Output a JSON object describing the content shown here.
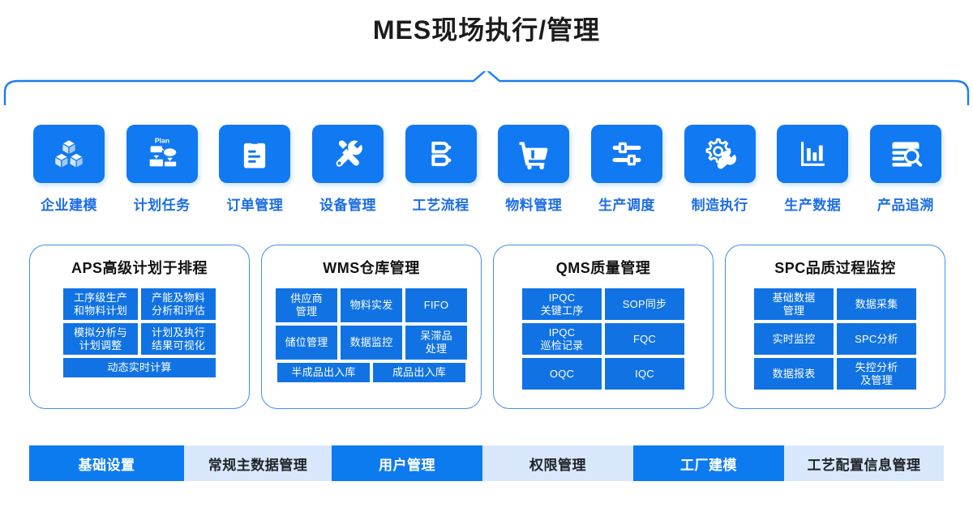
{
  "header": {
    "title": "MES现场执行/管理"
  },
  "colors": {
    "primary_blue": "#1179f2",
    "label_blue": "#1d6ee6",
    "chip_blue": "#1173e3",
    "light_blue": "#d8e7fb",
    "card_border": "#3f8ef0",
    "bracket": "#1a7ef0"
  },
  "modules": [
    {
      "icon": "cubes-icon",
      "label": "企业建模"
    },
    {
      "icon": "plan-flowchart-icon",
      "label": "计划任务"
    },
    {
      "icon": "clipboard-icon",
      "label": "订单管理"
    },
    {
      "icon": "wrench-screwdriver-icon",
      "label": "设备管理"
    },
    {
      "icon": "process-flow-icon",
      "label": "工艺流程"
    },
    {
      "icon": "shopping-cart-icon",
      "label": "物料管理"
    },
    {
      "icon": "sliders-icon",
      "label": "生产调度"
    },
    {
      "icon": "gear-wrench-icon",
      "label": "制造执行"
    },
    {
      "icon": "bar-chart-icon",
      "label": "生产数据"
    },
    {
      "icon": "document-search-icon",
      "label": "产品追溯"
    }
  ],
  "cards": [
    {
      "title": "APS高级计划于排程",
      "chips": [
        {
          "text": "工序级生产\n和物料计划",
          "line1": "工序级生产",
          "line2": "和物料计划"
        },
        {
          "text": "产能及物料\n分析和评估",
          "line1": "产能及物料",
          "line2": "分析和评估"
        },
        {
          "text": "模拟分析与\n计划调整",
          "line1": "模拟分析与",
          "line2": "计划调整"
        },
        {
          "text": "计划及执行\n结果可视化",
          "line1": "计划及执行",
          "line2": "结果可视化"
        },
        {
          "text": "动态实时计算",
          "line1": "动态实时计算",
          "line2": ""
        }
      ]
    },
    {
      "title": "WMS仓库管理",
      "chips": [
        {
          "text": "供应商\n管理",
          "line1": "供应商",
          "line2": "管理"
        },
        {
          "text": "物料实发",
          "line1": "物料实发",
          "line2": ""
        },
        {
          "text": "FIFO",
          "line1": "FIFO",
          "line2": ""
        },
        {
          "text": "储位管理",
          "line1": "储位管理",
          "line2": ""
        },
        {
          "text": "数据监控",
          "line1": "数据监控",
          "line2": ""
        },
        {
          "text": "呆滞品\n处理",
          "line1": "呆滞品",
          "line2": "处理"
        },
        {
          "text": "半成品出入库",
          "line1": "半成品出入库",
          "line2": ""
        },
        {
          "text": "成品出入库",
          "line1": "成品出入库",
          "line2": ""
        }
      ]
    },
    {
      "title": "QMS质量管理",
      "chips": [
        {
          "text": "IPQC\n关键工序",
          "line1": "IPQC",
          "line2": "关键工序"
        },
        {
          "text": "SOP同步",
          "line1": "SOP同步",
          "line2": ""
        },
        {
          "text": "IPQC\n巡检记录",
          "line1": "IPQC",
          "line2": "巡检记录"
        },
        {
          "text": "FQC",
          "line1": "FQC",
          "line2": ""
        },
        {
          "text": "OQC",
          "line1": "OQC",
          "line2": ""
        },
        {
          "text": "IQC",
          "line1": "IQC",
          "line2": ""
        }
      ]
    },
    {
      "title": "SPC品质过程监控",
      "chips": [
        {
          "text": "基础数据\n管理",
          "line1": "基础数据",
          "line2": "管理"
        },
        {
          "text": "数据采集",
          "line1": "数据采集",
          "line2": ""
        },
        {
          "text": "实时监控",
          "line1": "实时监控",
          "line2": ""
        },
        {
          "text": "SPC分析",
          "line1": "SPC分析",
          "line2": ""
        },
        {
          "text": "数据报表",
          "line1": "数据报表",
          "line2": ""
        },
        {
          "text": "失控分析\n及管理",
          "line1": "失控分析",
          "line2": "及管理"
        }
      ]
    }
  ],
  "bottom_bar": [
    {
      "label": "基础设置",
      "style": "dark"
    },
    {
      "label": "常规主数据管理",
      "style": "light"
    },
    {
      "label": "用户管理",
      "style": "dark"
    },
    {
      "label": "权限管理",
      "style": "light"
    },
    {
      "label": "工厂建模",
      "style": "dark"
    },
    {
      "label": "工艺配置信息管理",
      "style": "light"
    }
  ]
}
